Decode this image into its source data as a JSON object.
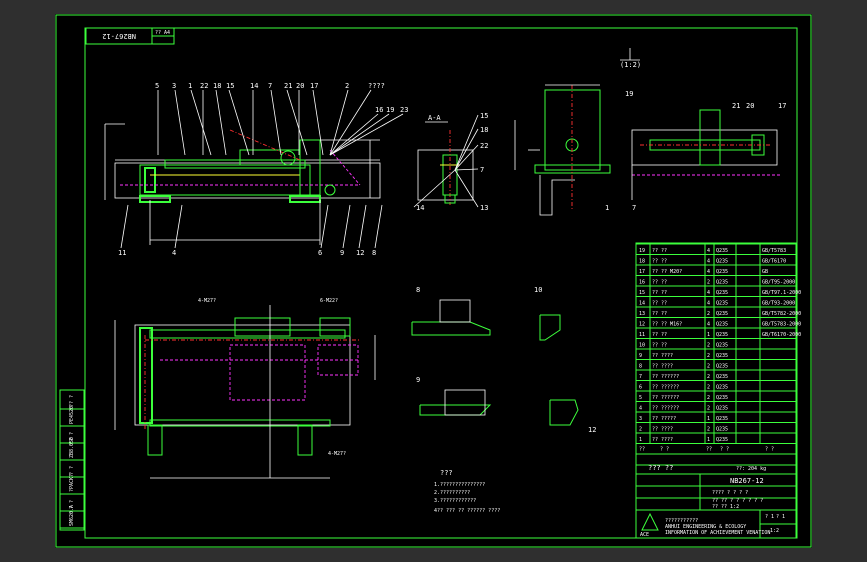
{
  "drawing": {
    "corner_code": "NB267-12",
    "corner_code_flipped": "NB267-12",
    "corner_small": "?? A4",
    "scale_note": "(1:2)",
    "section_label": "A-A"
  },
  "left_strip": [
    {
      "code": "?? ?"
    },
    {
      "code": "PE4520"
    },
    {
      "code": "? ?"
    },
    {
      "code": "ZB8.050"
    },
    {
      "code": "? ?"
    },
    {
      "code": "?PACK?"
    },
    {
      "code": "? ?"
    },
    {
      "code": "SM620.A"
    }
  ],
  "callouts_top": [
    "5",
    "3",
    "1",
    "22",
    "18",
    "15",
    "14",
    "7",
    "21",
    "20",
    "17",
    "2",
    "????",
    "16",
    "19",
    "23"
  ],
  "callouts_bottom": [
    "11",
    "4",
    "6",
    "9",
    "12",
    "8"
  ],
  "callouts_plan": [
    "4-M27?",
    "6-M22?",
    "4-M27?"
  ],
  "callouts_side": [
    "15",
    "18",
    "22",
    "7",
    "14",
    "13"
  ],
  "callouts_right": [
    "19",
    "1",
    "7",
    "21",
    "20",
    "17"
  ],
  "detail_labels": [
    "8",
    "10",
    "9",
    "12"
  ],
  "notes": {
    "title": "???",
    "line1": "1.???????????????",
    "line2": "2.??????????",
    "line3": "3.????????????",
    "line4": "4??  ???    ??     ??????     ????"
  },
  "bom": {
    "rows": [
      {
        "no": "19",
        "name": "?? ??",
        "qty": "4",
        "mat": "Q235",
        "std": "GB/T5783"
      },
      {
        "no": "18",
        "name": "?? ??",
        "qty": "4",
        "mat": "Q235",
        "std": "GB/T6170"
      },
      {
        "no": "17",
        "name": "?? ?? M20?",
        "qty": "4",
        "mat": "Q235",
        "std": "GB"
      },
      {
        "no": "16",
        "name": "?? ??",
        "qty": "2",
        "mat": "Q235",
        "std": "GB/T95-2000"
      },
      {
        "no": "15",
        "name": "?? ??",
        "qty": "4",
        "mat": "Q235",
        "std": "GB/T97.1-2000"
      },
      {
        "no": "14",
        "name": "?? ??",
        "qty": "4",
        "mat": "Q235",
        "std": "GB/T93-2000"
      },
      {
        "no": "13",
        "name": "?? ??",
        "qty": "2",
        "mat": "Q235",
        "std": "GB/T5782-2000"
      },
      {
        "no": "12",
        "name": "?? ?? M16?",
        "qty": "4",
        "mat": "Q235",
        "std": "GB/T5783-2000"
      },
      {
        "no": "11",
        "name": "?? ??",
        "qty": "1",
        "mat": "Q235",
        "std": "GB/T6170-2000"
      },
      {
        "no": "10",
        "name": "?? ??",
        "qty": "2",
        "mat": "Q235",
        "std": ""
      },
      {
        "no": "9",
        "name": "?? ????",
        "qty": "2",
        "mat": "Q235",
        "std": ""
      },
      {
        "no": "8",
        "name": "?? ????",
        "qty": "2",
        "mat": "Q235",
        "std": ""
      },
      {
        "no": "7",
        "name": "?? ??????",
        "qty": "2",
        "mat": "Q235",
        "std": ""
      },
      {
        "no": "6",
        "name": "?? ??????",
        "qty": "2",
        "mat": "Q235",
        "std": ""
      },
      {
        "no": "5",
        "name": "?? ??????",
        "qty": "2",
        "mat": "Q235",
        "std": ""
      },
      {
        "no": "4",
        "name": "?? ??????",
        "qty": "2",
        "mat": "Q235",
        "std": ""
      },
      {
        "no": "3",
        "name": "?? ?????",
        "qty": "1",
        "mat": "Q235",
        "std": ""
      },
      {
        "no": "2",
        "name": "?? ????",
        "qty": "2",
        "mat": "Q235",
        "std": ""
      },
      {
        "no": "1",
        "name": "?? ????",
        "qty": "1",
        "mat": "Q235",
        "std": ""
      }
    ],
    "header": {
      "no": "??",
      "name": "? ?",
      "qty": "??",
      "mat": "? ?",
      "std": "? ?"
    }
  },
  "title_block": {
    "weight_label": "??? ??",
    "weight_value": "??: 204 kg",
    "drawing_no": "NB267-12",
    "row1": "????  ? ? ? ?",
    "row2": "?? ??  ? ? ? ? ? ?",
    "row3": "?? ??  1:2",
    "company_cn": "???????????",
    "company_en": "ANHUI ENGINEERING & ECOLOGY",
    "company_en2": "INFORMATION OF ACHIEVEMENT VENATION",
    "logo_text": "ACE",
    "sheet": "? 1",
    "sheet2": "? 1",
    "scale_cell": "1:2"
  },
  "colors": {
    "background": "#000000",
    "frame": "#3cff3c",
    "text": "#ffffff",
    "centerline": "#ff3030",
    "hidden": "#ff33ff",
    "highlight": "#ffff33"
  }
}
